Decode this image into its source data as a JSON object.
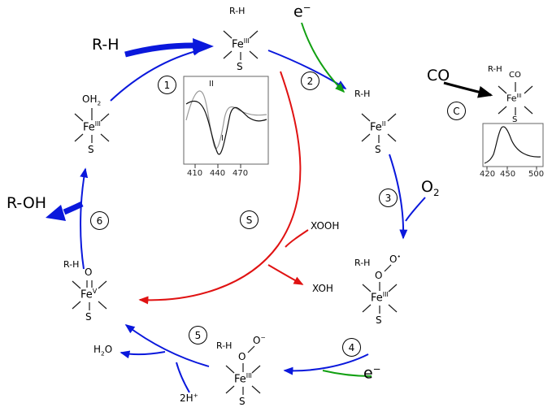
{
  "colors": {
    "blue": "#0a18dc",
    "green": "#12a012",
    "red": "#e01212",
    "black": "#000000"
  },
  "labels": {
    "substrate_big": "R-H",
    "product_big": "R-OH",
    "electron_base": "e",
    "electron_sup": "−",
    "co": "CO",
    "o2_base": "O",
    "o2_sub": "2",
    "xooh": "XOOH",
    "xoh": "XOH",
    "water_h": "H",
    "water_sub": "2",
    "water_o": "O",
    "protons_base": "2H",
    "protons_sup": "+"
  },
  "steps": {
    "s1": "1",
    "s2": "2",
    "s3": "3",
    "s4": "4",
    "s5": "5",
    "s6": "6",
    "co_step": "C",
    "shunt": "S"
  },
  "complexes": {
    "resting": {
      "ligand": "R-H",
      "fe": "Fe",
      "ox": "III",
      "s": "S"
    },
    "aqua": {
      "ligand_base": "OH",
      "ligand_sub": "2",
      "fe": "Fe",
      "ox": "III",
      "s": "S"
    },
    "ferrous": {
      "ligand": "R-H",
      "fe": "Fe",
      "ox": "II",
      "s": "S"
    },
    "co_adduct": {
      "ligand": "R-H",
      "co": "CO",
      "fe": "Fe",
      "ox": "III",
      "s": "S"
    },
    "superoxo": {
      "ligand": "R-H",
      "o_inner": "O",
      "o_outer": "O",
      "radical": "•",
      "fe": "Fe",
      "ox": "III",
      "s": "S"
    },
    "peroxo": {
      "ligand": "R-H",
      "o_inner": "O",
      "o_outer": "O",
      "charge": "−",
      "fe": "Fe",
      "ox": "III",
      "s": "S"
    },
    "oxo": {
      "ligand": "R-H",
      "o": "O",
      "fe": "Fe",
      "ox": "V",
      "s": "S"
    }
  },
  "insets": {
    "center": {
      "curve_top": "II",
      "curve_bottom": "I",
      "ticks": [
        "410",
        "440",
        "470"
      ]
    },
    "right": {
      "ticks": [
        "420",
        "450",
        "500"
      ]
    }
  }
}
